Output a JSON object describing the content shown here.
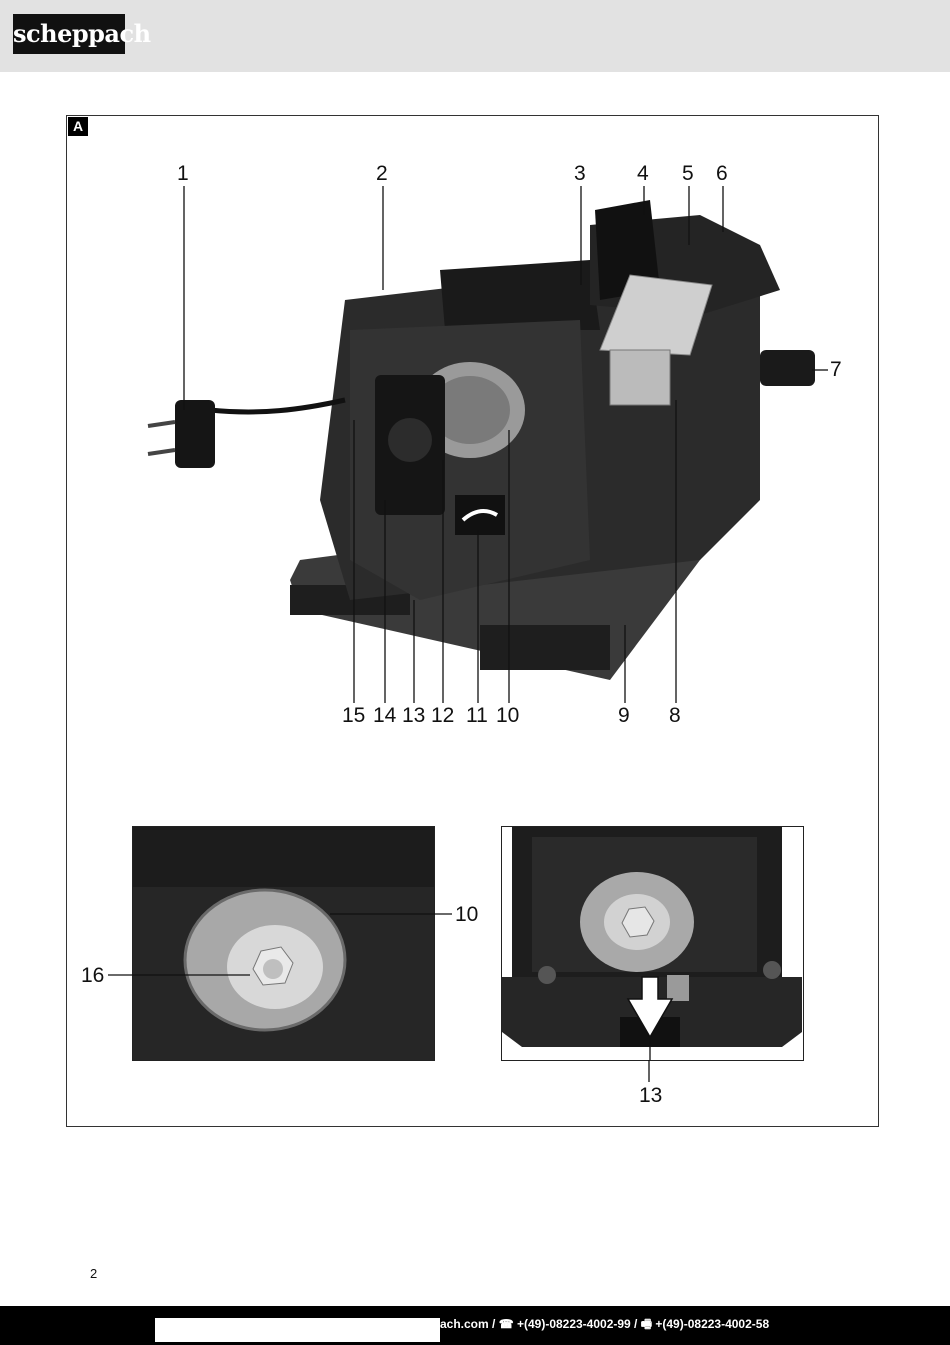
{
  "header": {
    "logo_text": "scheppach"
  },
  "figure": {
    "tag": "A",
    "callouts_top": [
      "1",
      "2",
      "3",
      "4",
      "5",
      "6"
    ],
    "callout_right": "7",
    "callouts_bottom": [
      "15",
      "14",
      "13",
      "12",
      "11",
      "10",
      "9",
      "8"
    ],
    "inset_left": {
      "callout_wheel": "10",
      "callout_nut": "16"
    },
    "inset_right": {
      "callout_lever": "13"
    }
  },
  "page_number": "2",
  "footer": {
    "contact": "ach.com / ☎ +(49)-08223-4002-99 / 🖷 +(49)-08223-4002-58"
  },
  "colors": {
    "header_band": "#e2e2e2",
    "footer_bar": "#000000",
    "machine": "#2a2a2a"
  }
}
